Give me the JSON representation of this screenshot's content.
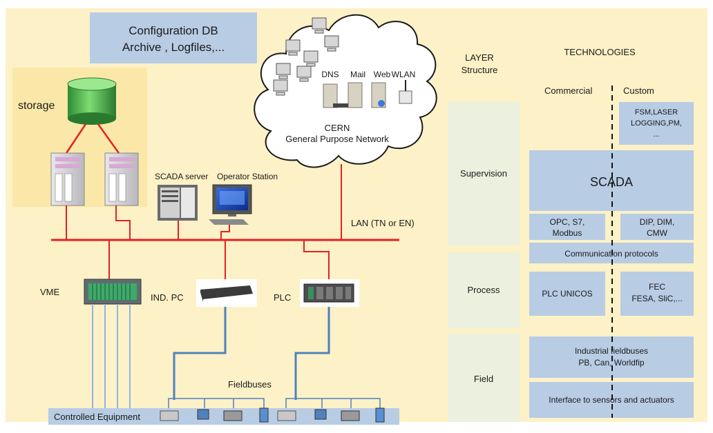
{
  "config_db": {
    "line1": "Configuration DB",
    "line2": "Archive , Logfiles,..."
  },
  "storage_label": "storage",
  "scada_server_label": "SCADA server",
  "operator_station_label": "Operator Station",
  "cloud": {
    "services": [
      "DNS",
      "Mail",
      "Web",
      "WLAN"
    ],
    "line1": "CERN",
    "line2": "General Purpose Network"
  },
  "lan_label": "LAN (TN or EN)",
  "vme_label": "VME",
  "ind_pc_label": "IND. PC",
  "plc_label": "PLC",
  "fieldbuses_label": "Fieldbuses",
  "controlled_equipment_label": "Controlled Equipment",
  "layer_header": {
    "line1": "LAYER",
    "line2": "Structure"
  },
  "technologies_header": "TECHNOLOGIES",
  "commercial_label": "Commercial",
  "custom_label": "Custom",
  "layers": {
    "supervision": "Supervision",
    "process": "Process",
    "field": "Field"
  },
  "tech": {
    "custom_top": [
      "FSM,LASER",
      "LOGGING,PM,",
      "..."
    ],
    "scada": "SCADA",
    "opc": [
      "OPC, S7,",
      "Modbus"
    ],
    "dip": [
      "DIP, DIM,",
      "CMW"
    ],
    "comm_protocols": "Communication protocols",
    "plc_unicos": "PLC UNICOS",
    "fec": [
      "FEC",
      "FESA, SliC,..."
    ],
    "fieldbuses": [
      "Industrial fieldbuses",
      "PB, Can, Worldfip"
    ],
    "interface": "Interface to sensors and actuators"
  },
  "colors": {
    "background": "#fdf1c7",
    "box_blue": "#b8cce4",
    "layer_green": "#ebf1de",
    "lan_red": "#e41f26",
    "fieldbus_blue": "#4f81bd",
    "cable_blue": "#8eb4e3"
  }
}
